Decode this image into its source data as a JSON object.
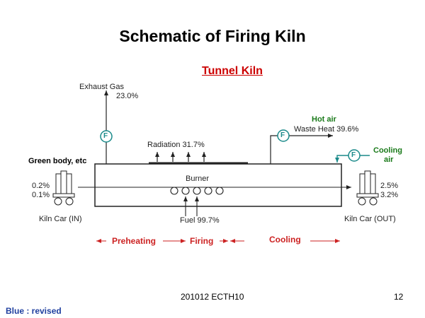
{
  "title": "Schematic of Firing Kiln",
  "subtitle": "Tunnel Kiln",
  "labels": {
    "exhaust_gas": "Exhaust Gas",
    "exhaust_pct": "23.0%",
    "radiation": "Radiation 31.7%",
    "hot_air": "Hot air",
    "waste_heat": "Waste Heat 39.6%",
    "cooling_air_1": "Cooling",
    "cooling_air_2": "air",
    "green_body": "Green body, etc",
    "burner": "Burner",
    "fuel": "Fuel 99.7%",
    "in_top": "0.2%",
    "in_bottom": "0.1%",
    "out_top": "2.5%",
    "out_bottom": "3.2%",
    "kiln_car_in": "Kiln Car (IN)",
    "kiln_car_out": "Kiln Car (OUT)",
    "fan_symbol": "F"
  },
  "zones": {
    "preheating": "Preheating",
    "firing": "Firing",
    "cooling": "Cooling"
  },
  "footer": {
    "code": "201012 ECTH10",
    "page": "12",
    "note": "Blue : revised"
  },
  "colors": {
    "title_red": "#cc0000",
    "zone_red": "#cc2222",
    "green": "#1a7a1a",
    "teal": "#1a8a8a",
    "blue_note": "#1f3f9f"
  }
}
